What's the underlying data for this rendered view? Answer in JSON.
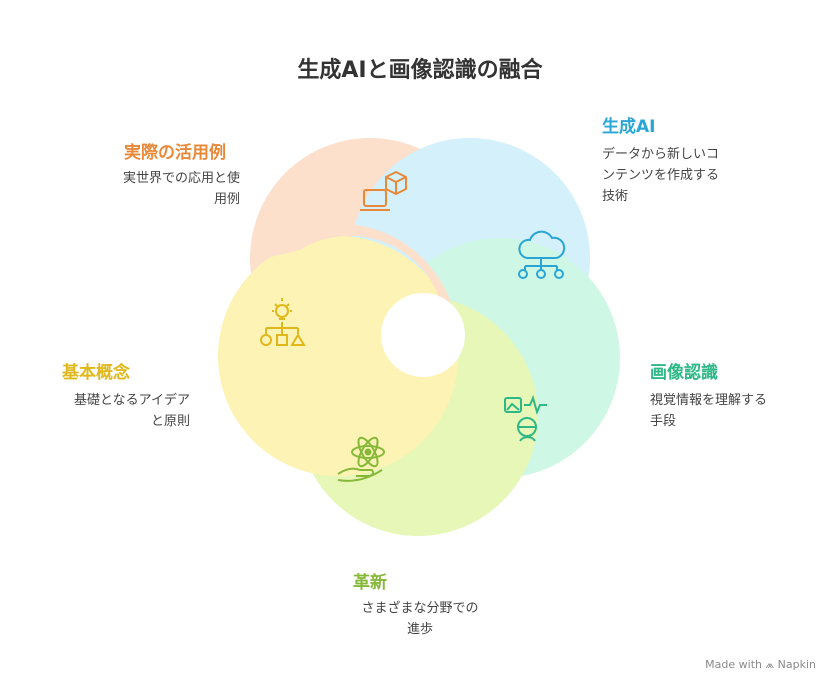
{
  "title": "生成AIと画像認識の融合",
  "sections": [
    {
      "id": "practical",
      "title": "実際の活用例",
      "description_lines": [
        "実世界での応用と使",
        "用例"
      ],
      "color": "#E8893A",
      "fill": "#FDE0CB",
      "icon": "laptop-cube-icon"
    },
    {
      "id": "genai",
      "title": "生成AI",
      "description_lines": [
        "データから新しいコ",
        "ンテンツを作成する",
        "技術"
      ],
      "color": "#2AA6D6",
      "fill": "#D3F0FB",
      "icon": "cloud-network-icon"
    },
    {
      "id": "image-recognition",
      "title": "画像認識",
      "description_lines": [
        "視覚情報を理解する",
        "手段"
      ],
      "color": "#2EB887",
      "fill": "#CFF7E6",
      "icon": "image-face-scan-icon"
    },
    {
      "id": "innovation",
      "title": "革新",
      "description_lines": [
        "さまざまな分野での",
        "進歩"
      ],
      "color": "#86B83A",
      "fill": "#E6F7B8",
      "icon": "atom-hand-icon"
    },
    {
      "id": "basic-concepts",
      "title": "基本概念",
      "description_lines": [
        "基礎となるアイデア",
        "と原則"
      ],
      "color": "#E0B81C",
      "fill": "#FDF3B5",
      "icon": "lightbulb-shapes-icon"
    }
  ],
  "watermark": "Made with ⩕ Napkin"
}
